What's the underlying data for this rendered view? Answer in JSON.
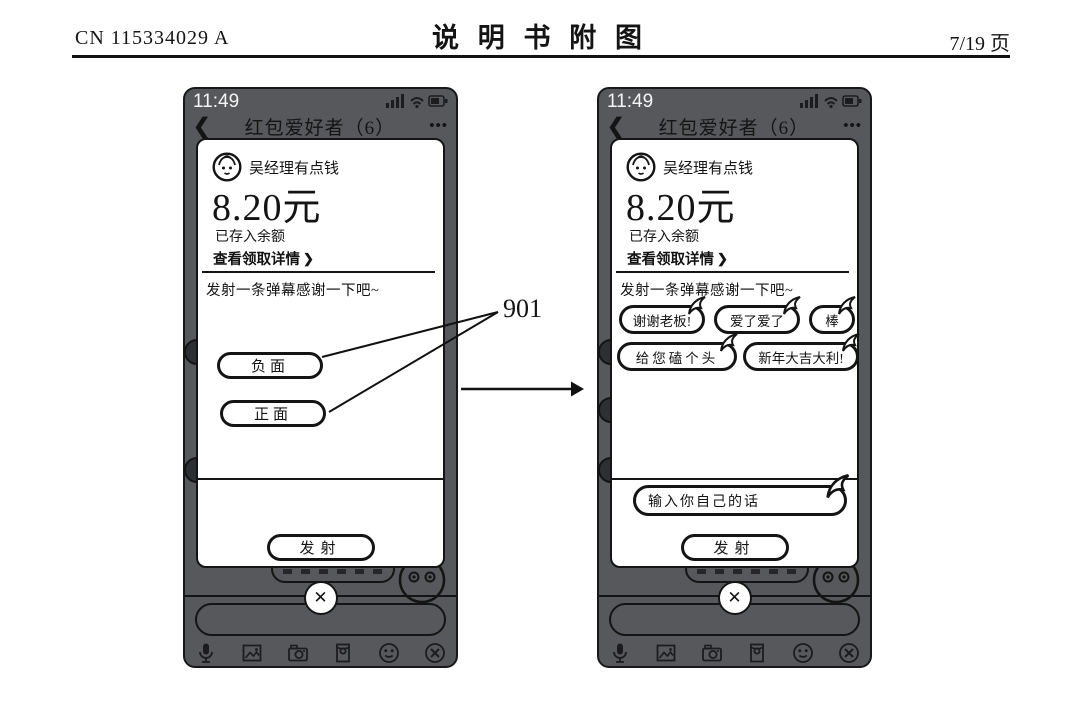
{
  "page": {
    "doc_number": "CN 115334029 A",
    "header_title": "说 明 书 附 图",
    "page_label": "7/19 页"
  },
  "annotation": {
    "ref_label": "901"
  },
  "icons": {
    "back": "❮",
    "more": "•••",
    "details_chevron": "❯",
    "close_x": "✕"
  },
  "status": {
    "time": "11:49"
  },
  "nav": {
    "title": "红包爱好者（6）"
  },
  "red_packet": {
    "sender": "吴经理有点钱",
    "amount": "8.20元",
    "deposit_note": "已存入余额",
    "details_link": "查看领取详情",
    "prompt": "发射一条弹幕感谢一下吧~",
    "send_label": "发射"
  },
  "phone_left": {
    "options": [
      "负面",
      "正面"
    ]
  },
  "phone_right": {
    "bubbles_row1": [
      "谢谢老板!",
      "爱了爱了",
      "棒"
    ],
    "bubbles_row2": [
      "给您磕个头",
      "新年大吉大利!"
    ],
    "input_placeholder": "输入你自己的话"
  }
}
